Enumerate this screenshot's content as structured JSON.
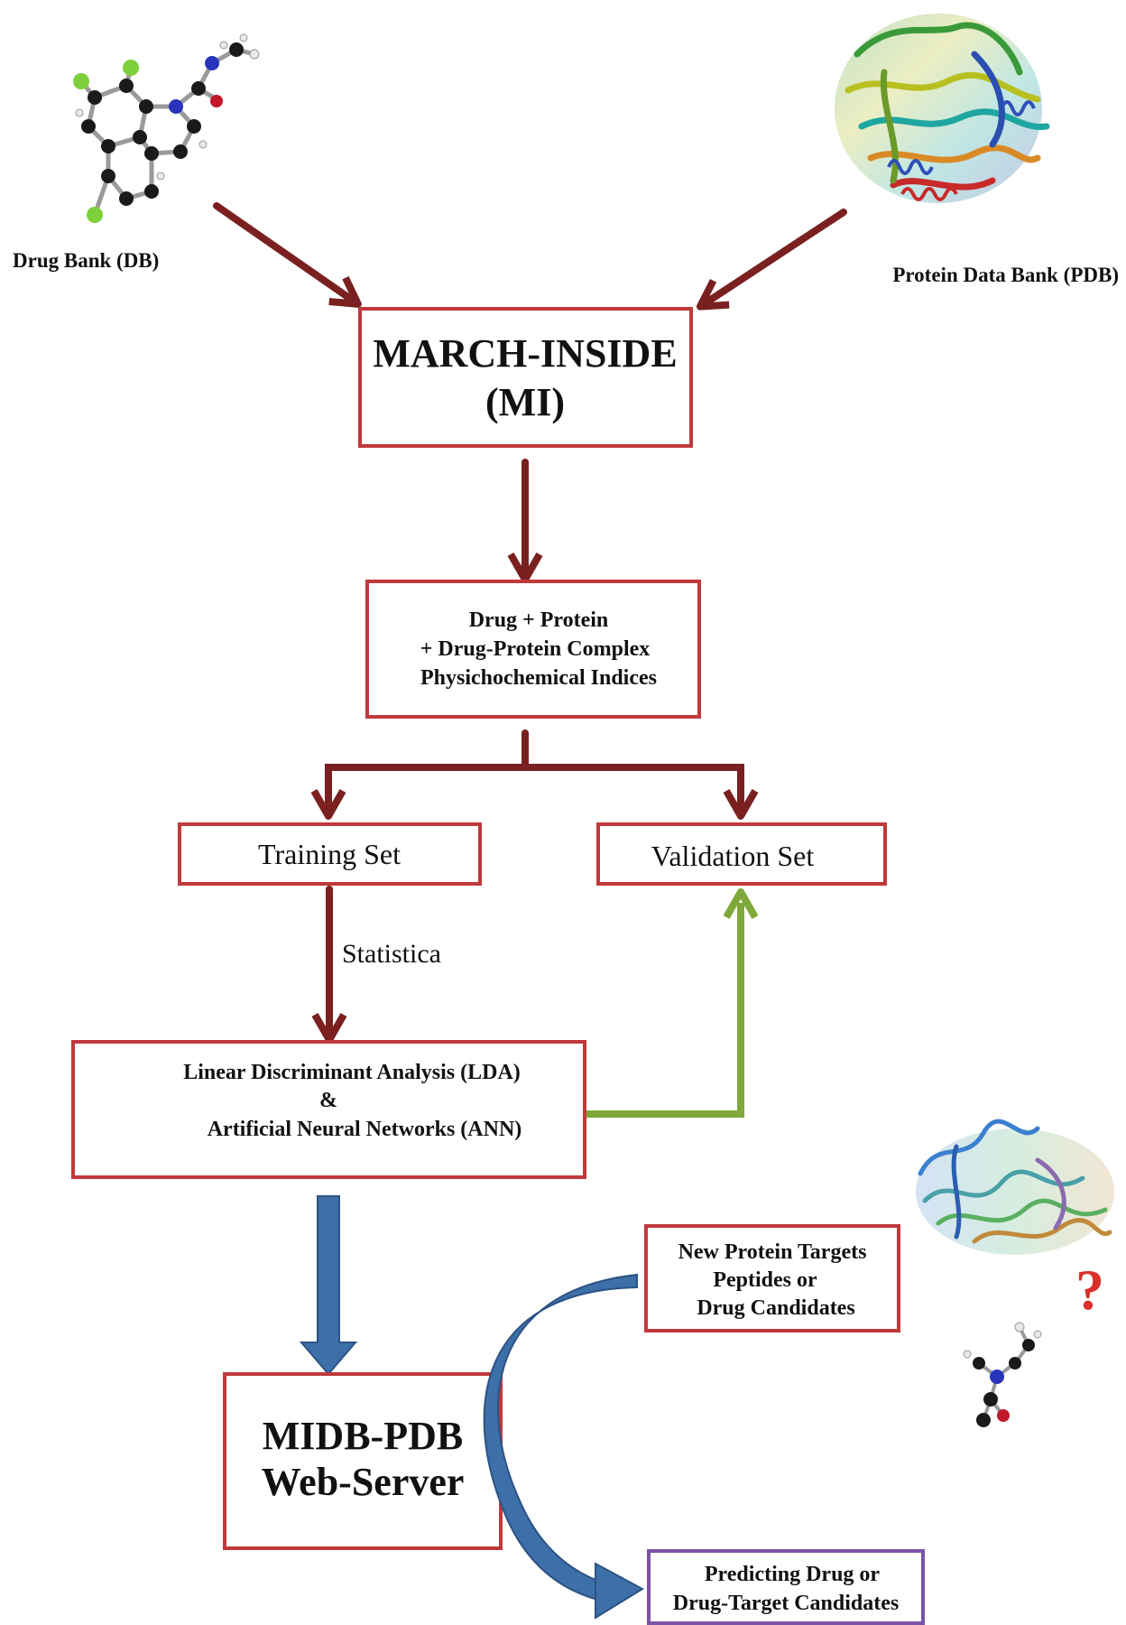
{
  "sources": {
    "drug_bank_label": "Drug Bank (DB)",
    "protein_data_bank_label": "Protein Data Bank (PDB)"
  },
  "march_inside": {
    "line1": "MARCH-INSIDE",
    "line2": "(MI)"
  },
  "indices_box": {
    "line1": "Drug + Protein",
    "line2": "+ Drug-Protein Complex",
    "line3": "Physichochemical Indices"
  },
  "training_set": "Training Set",
  "validation_set": "Validation Set",
  "statistica_label": "Statistica",
  "models_box": {
    "line1": "Linear Discriminant Analysis (LDA)",
    "line2": "&",
    "line3": "Artificial Neural Networks (ANN)"
  },
  "new_targets_box": {
    "line1": "New Protein Targets",
    "line2": "Peptides or",
    "line3": "Drug Candidates"
  },
  "question_mark": "?",
  "server_box": {
    "line1": "MIDB-PDB",
    "line2": "Web-Server"
  },
  "prediction_box": {
    "line1": "Predicting Drug  or",
    "line2": "Drug-Target Candidates"
  },
  "colors": {
    "box_border_red": "#c0393b",
    "box_border_purple": "#7a55a6",
    "arrow_brown": "#7a2020",
    "arrow_green": "#7ea93a",
    "arrow_blue": "#3d6fa8",
    "question_red": "#d9302b"
  },
  "icons": [
    "drug-molecule-icon",
    "protein-structure-icon",
    "new-protein-icon",
    "small-molecule-icon"
  ]
}
